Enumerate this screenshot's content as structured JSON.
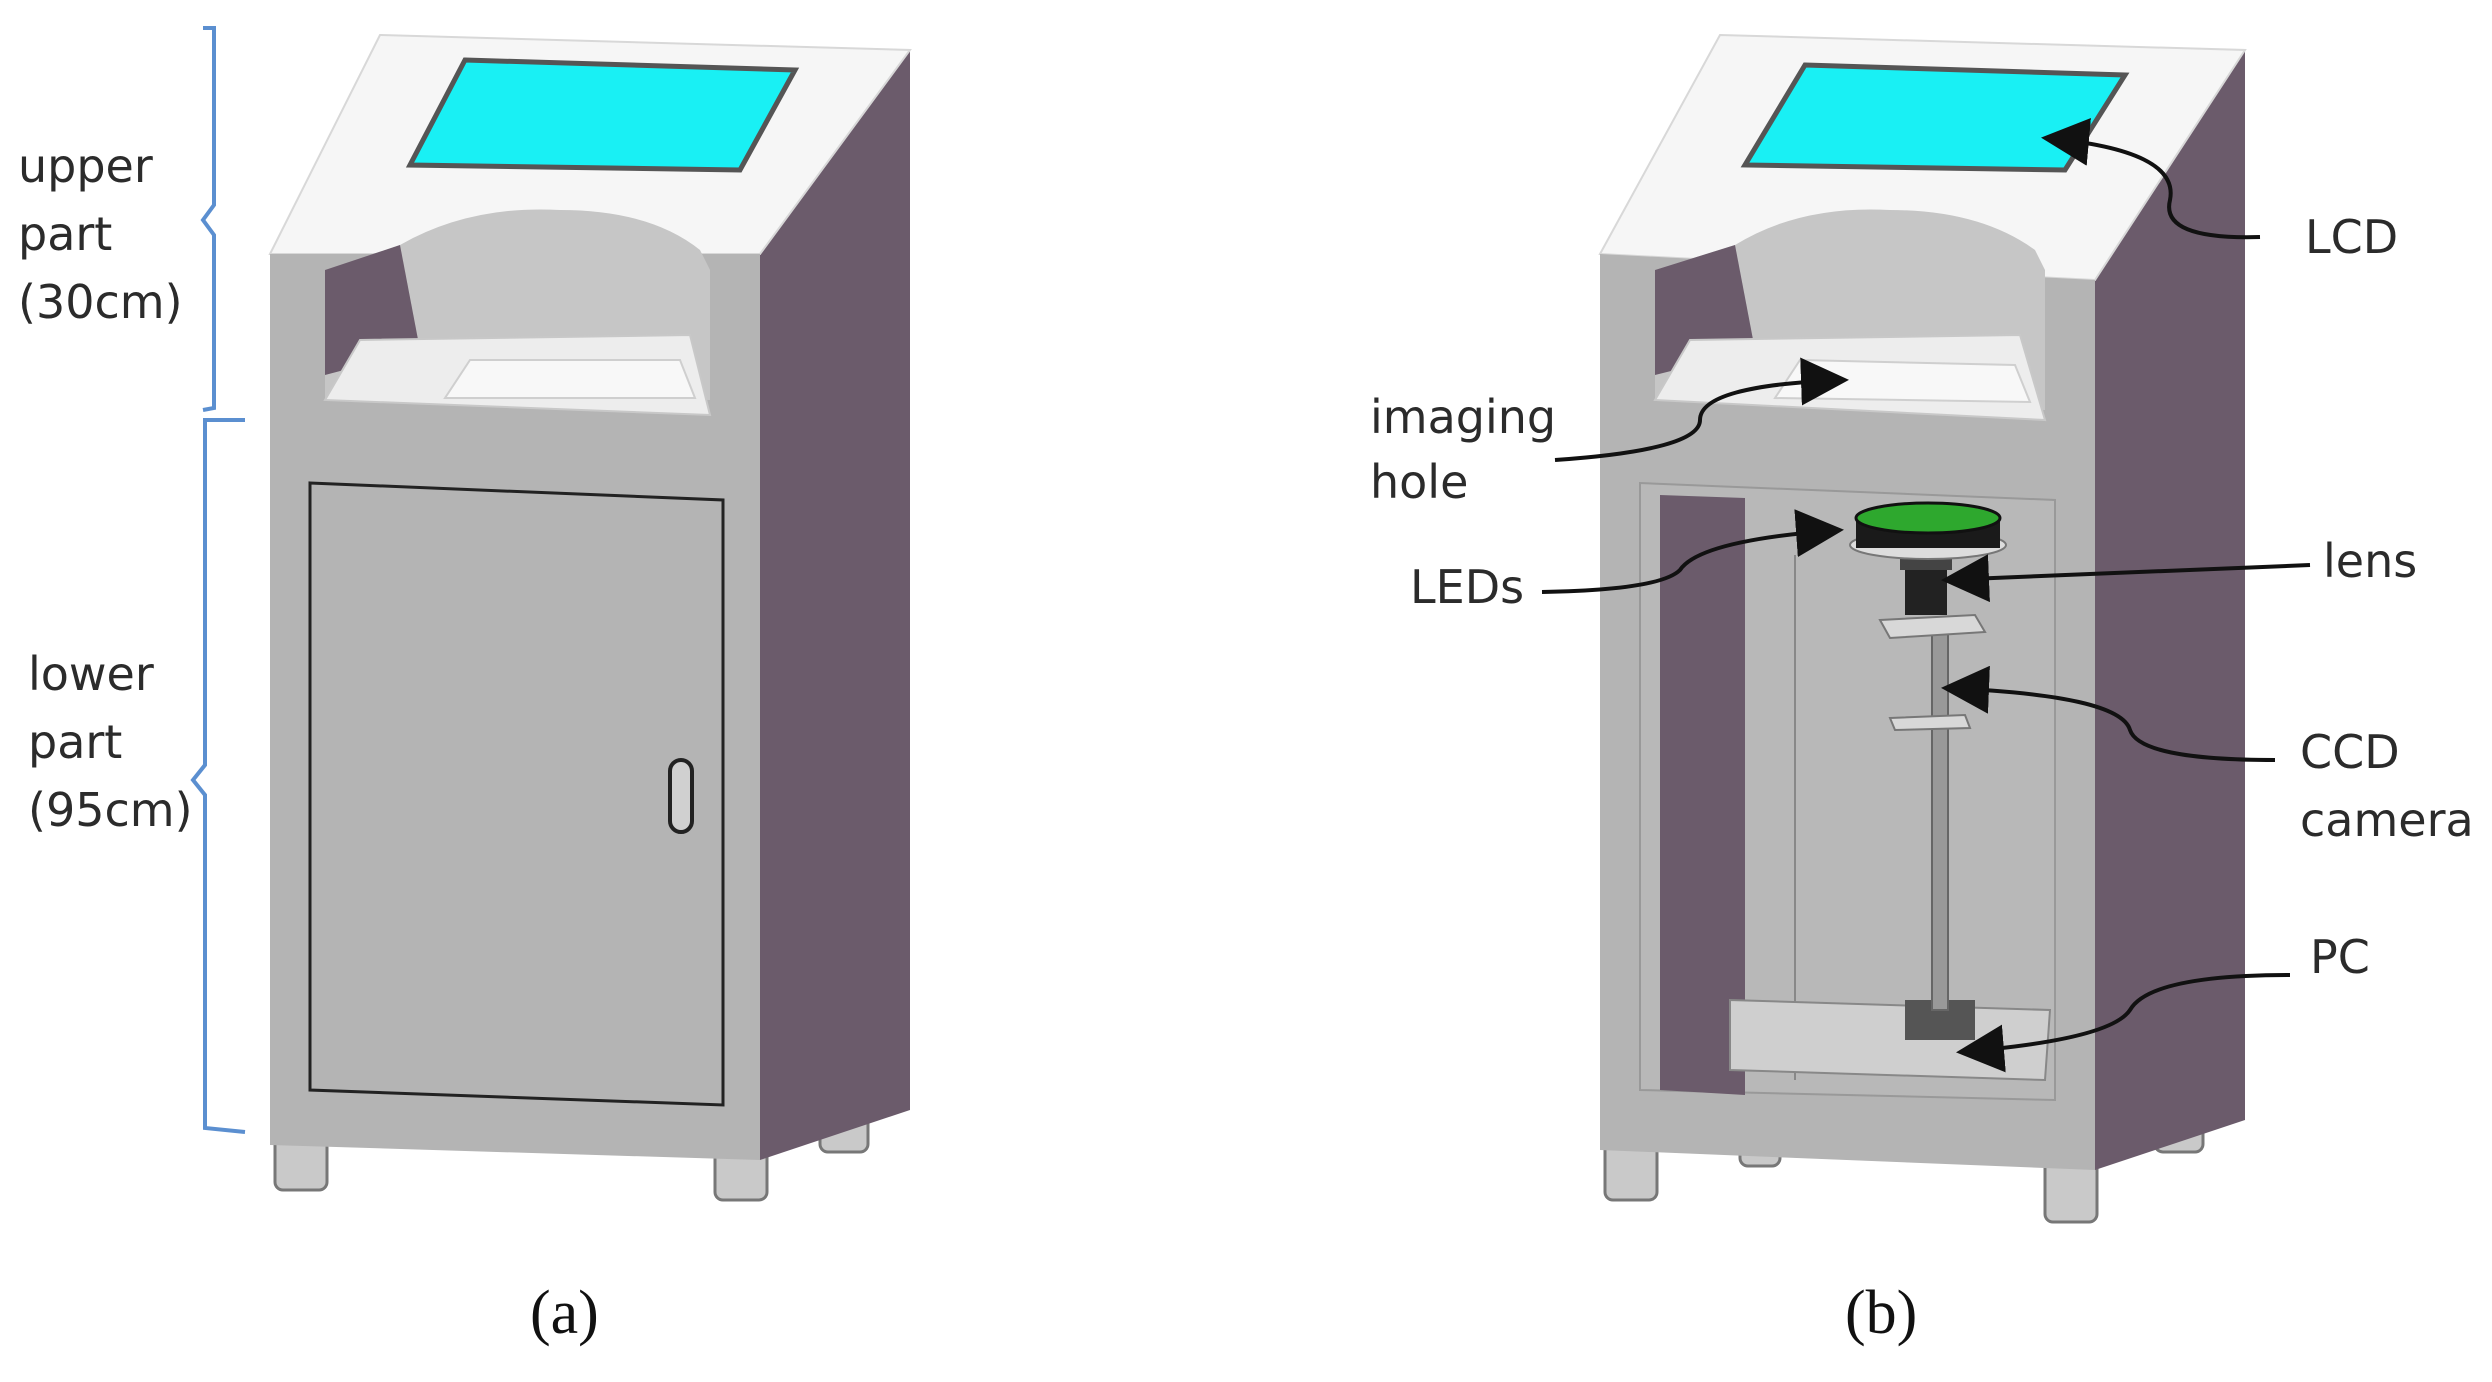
{
  "panel_a": {
    "caption": "(a)",
    "upper_label": [
      "upper",
      "part",
      "(30cm)"
    ],
    "lower_label": [
      "lower",
      "part",
      "(95cm)"
    ]
  },
  "panel_b": {
    "caption": "(b)",
    "callouts": {
      "lcd": "LCD",
      "imaging_hole": [
        "imaging",
        "hole"
      ],
      "leds": "LEDs",
      "lens": "lens",
      "ccd_camera": [
        "CCD",
        "camera"
      ],
      "pc": "PC"
    }
  },
  "colors": {
    "screen": "#19f0f4",
    "front": "#b4b4b4",
    "side": "#6b5b6b",
    "top": "#f6f6f6",
    "bracket": "#5b8fd0",
    "led_green": "#2ea82e"
  }
}
